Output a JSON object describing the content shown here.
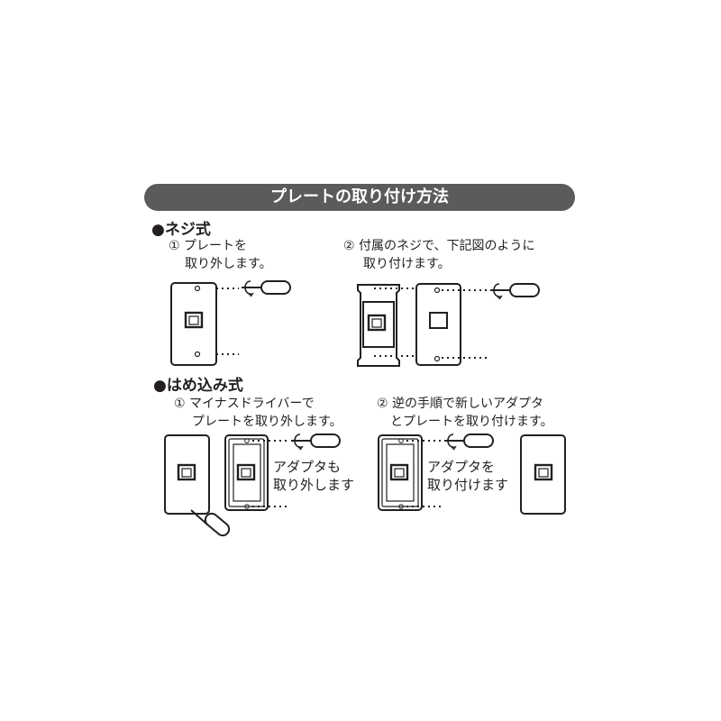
{
  "title": "プレートの取り付け方法",
  "screw_type": {
    "heading": "●ネジ式",
    "step1": {
      "line1": "① プレートを",
      "line2": "取り外します。"
    },
    "step2": {
      "line1": "② 付属のネジで、下記図のように",
      "line2": "取り付けます。"
    }
  },
  "snap_type": {
    "heading": "●はめ込み式",
    "step1": {
      "line1": "① マイナスドライバーで",
      "line2": "プレートを取り外します。",
      "note1": "アダプタも",
      "note2": "取り外します"
    },
    "step2": {
      "line1": "② 逆の手順で新しいアダプタ",
      "line2": "とプレートを取り付けます。",
      "note1": "アダプタを",
      "note2": "取り付けます"
    }
  },
  "colors": {
    "banner": "#5b5b5d",
    "ink": "#231f20"
  }
}
